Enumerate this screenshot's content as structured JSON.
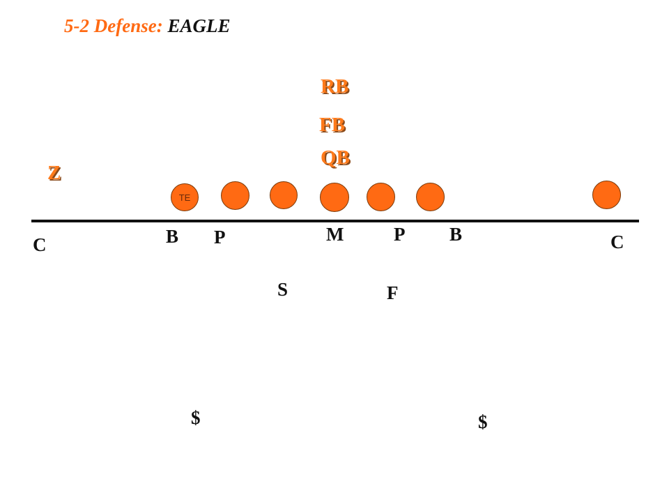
{
  "title": {
    "prefix": "5-2 Defense: ",
    "name": "EAGLE"
  },
  "offense": {
    "rb": "RB",
    "fb": "FB",
    "qb": "QB",
    "z": "Z",
    "te": "TE"
  },
  "defense": {
    "left_corner": "C",
    "right_corner": "C",
    "left_end": "B",
    "left_tackle": "P",
    "middle_guard": "M",
    "right_tackle": "P",
    "right_end": "B",
    "strong_safety": "S",
    "free_safety": "F",
    "left_deep": "$",
    "right_deep": "$"
  },
  "colors": {
    "offense": "#ff6a13",
    "defense": "#111111"
  }
}
